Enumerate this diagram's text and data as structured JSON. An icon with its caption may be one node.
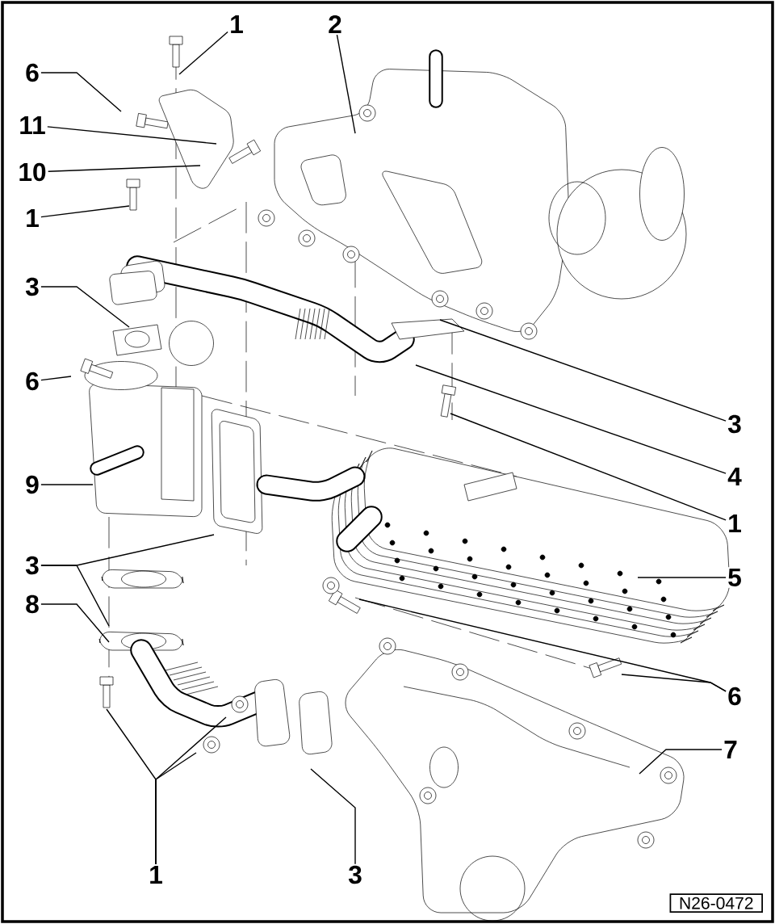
{
  "diagram": {
    "nodes": [
      {
        "text": [
          "1"
        ]
      },
      {
        "text": [
          "2"
        ]
      },
      {
        "text": [
          "6"
        ]
      },
      {
        "text": [
          "11"
        ]
      },
      {
        "text": [
          "10"
        ]
      },
      {
        "text": [
          "1"
        ]
      },
      {
        "text": [
          "3"
        ]
      },
      {
        "text": [
          "6"
        ]
      },
      {
        "text": [
          "3"
        ]
      },
      {
        "text": [
          "4"
        ]
      },
      {
        "text": [
          "9"
        ]
      },
      {
        "text": [
          "1"
        ]
      },
      {
        "text": [
          "5"
        ]
      },
      {
        "text": [
          "3"
        ]
      },
      {
        "text": [
          "8"
        ]
      },
      {
        "text": [
          "6"
        ]
      },
      {
        "text": [
          "7"
        ]
      },
      {
        "text": [
          "1"
        ]
      },
      {
        "text": [
          "3"
        ]
      }
    ],
    "edges": [
      {
        "from": 0,
        "to": null,
        "arrow": "none"
      },
      {
        "from": 1,
        "to": null,
        "arrow": "none"
      },
      {
        "from": 2,
        "to": null,
        "arrow": "none"
      },
      {
        "from": 3,
        "to": null,
        "arrow": "none"
      },
      {
        "from": 4,
        "to": null,
        "arrow": "none"
      },
      {
        "from": 5,
        "to": null,
        "arrow": "none"
      },
      {
        "from": 6,
        "to": null,
        "arrow": "none"
      },
      {
        "from": 7,
        "to": null,
        "arrow": "none"
      },
      {
        "from": 8,
        "to": null,
        "arrow": "none"
      },
      {
        "from": 9,
        "to": null,
        "arrow": "none"
      },
      {
        "from": 10,
        "to": null,
        "arrow": "none"
      },
      {
        "from": 11,
        "to": null,
        "arrow": "none"
      },
      {
        "from": 12,
        "to": null,
        "arrow": "none"
      },
      {
        "from": 13,
        "to": null,
        "arrow": "none"
      },
      {
        "from": 13,
        "to": null,
        "arrow": "none"
      },
      {
        "from": 14,
        "to": null,
        "arrow": "none"
      },
      {
        "from": 15,
        "to": null,
        "arrow": "none"
      },
      {
        "from": 15,
        "to": null,
        "arrow": "none"
      },
      {
        "from": 16,
        "to": null,
        "arrow": "none"
      },
      {
        "from": 17,
        "to": null,
        "arrow": "none"
      },
      {
        "from": 17,
        "to": null,
        "arrow": "none"
      },
      {
        "from": 17,
        "to": null,
        "arrow": "none"
      },
      {
        "from": 18,
        "to": null,
        "arrow": "none"
      }
    ],
    "labels": [
      "N26-0472"
    ]
  }
}
